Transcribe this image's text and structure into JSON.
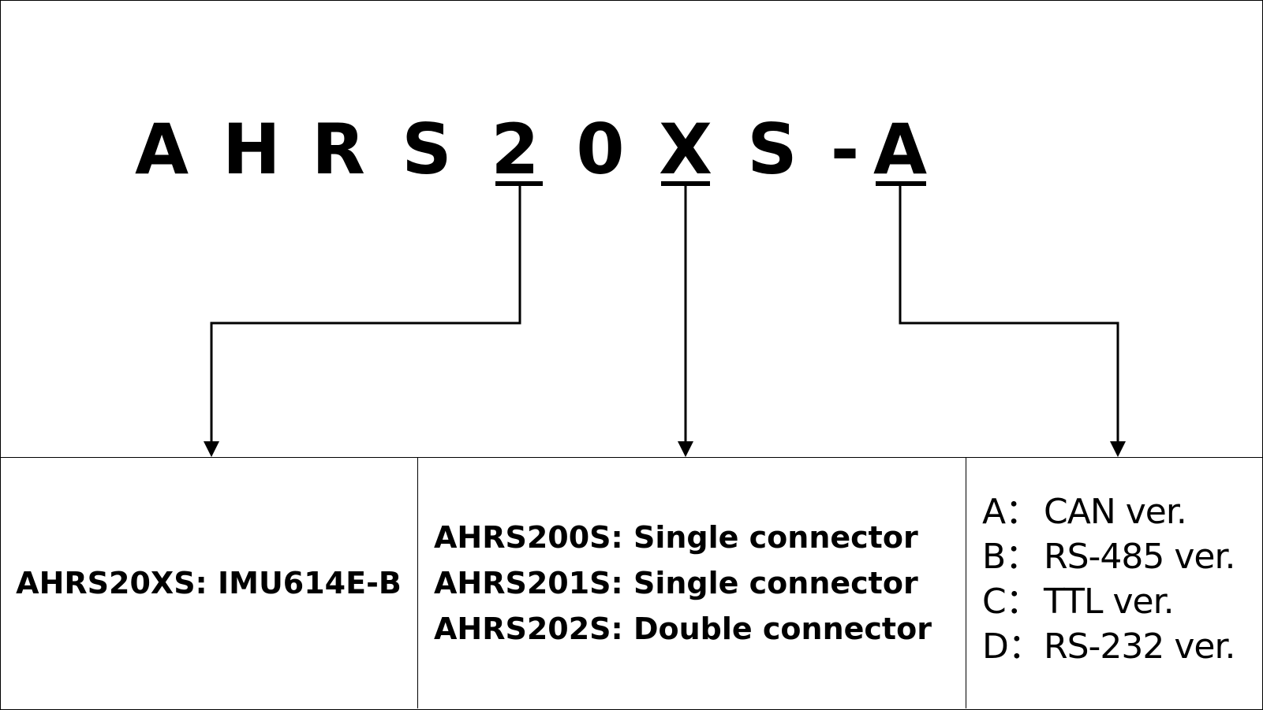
{
  "model_code": {
    "chars": [
      "A",
      "H",
      "R",
      "S",
      "2",
      "0",
      "X",
      "S",
      "-",
      "A"
    ]
  },
  "boxes": {
    "platform": {
      "lines": [
        "AHRS20XS: IMU614E-B"
      ]
    },
    "connector": {
      "lines": [
        "AHRS200S: Single connector",
        "AHRS201S: Single connector",
        "AHRS202S: Double connector"
      ]
    },
    "interface": {
      "options": [
        {
          "key": "A：",
          "value": "CAN ver."
        },
        {
          "key": "B：",
          "value": "RS-485 ver."
        },
        {
          "key": "C：",
          "value": "TTL ver."
        },
        {
          "key": "D：",
          "value": "RS-232 ver."
        }
      ]
    }
  }
}
